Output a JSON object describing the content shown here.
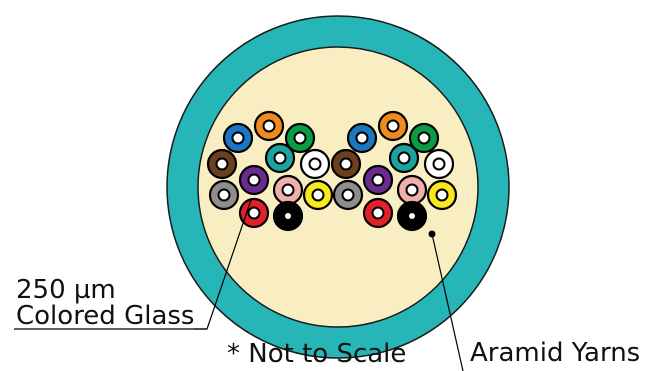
{
  "diagram": {
    "colors": {
      "jacket": "#26B6B8",
      "jacket_outline": "#1a1a1a",
      "filler": "#F9EEC2",
      "fiber_ring": "#000000",
      "fiber_core_fill": "#ffffff"
    },
    "fiber_group_count": 2,
    "fibers_per_group": 12,
    "fiber_colors": [
      {
        "name": "blue",
        "hex": "#1D76C2"
      },
      {
        "name": "orange",
        "hex": "#EE8B1F"
      },
      {
        "name": "green",
        "hex": "#0B9A46"
      },
      {
        "name": "brown",
        "hex": "#6B3F1E"
      },
      {
        "name": "slate",
        "hex": "#8E8E8E"
      },
      {
        "name": "white",
        "hex": "#FFFFFF"
      },
      {
        "name": "red",
        "hex": "#E2202A"
      },
      {
        "name": "black",
        "hex": "#000000"
      },
      {
        "name": "yellow",
        "hex": "#F8E81C"
      },
      {
        "name": "violet",
        "hex": "#6A2C91"
      },
      {
        "name": "rose",
        "hex": "#EFB0AB"
      },
      {
        "name": "aqua",
        "hex": "#1AA3A0"
      }
    ]
  },
  "labels": {
    "fiber_line1": "250 µm",
    "fiber_line2": "Colored Glass",
    "scale_note": "* Not to Scale",
    "aramid": "Aramid Yarns"
  }
}
